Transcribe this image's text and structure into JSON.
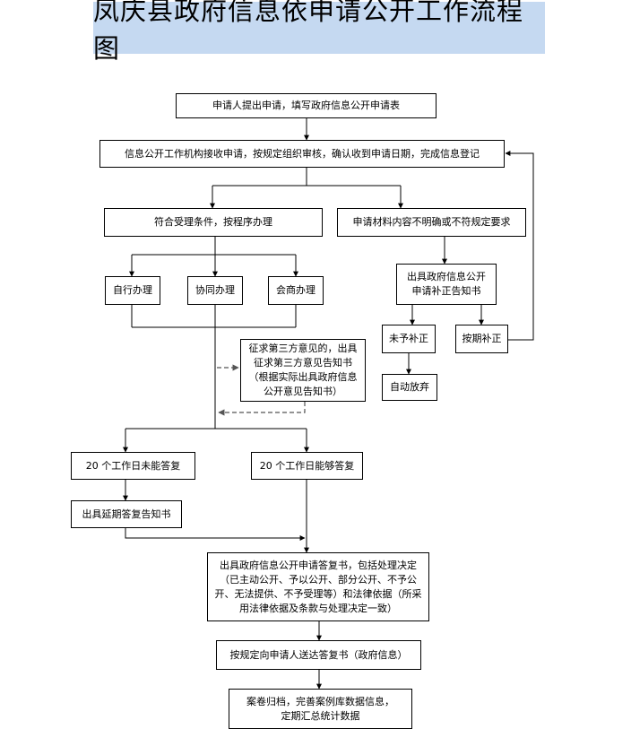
{
  "title": "凤庆县政府信息依申请公开工作流程图",
  "nodes": {
    "apply": "申请人提出申请，填写政府信息公开申请表",
    "accept": "信息公开工作机构接收申请，按规定组织审核，确认收到申请日期，完成信息登记",
    "qualified": "符合受理条件，按程序办理",
    "unclear": "申请材料内容不明确或不符规定要求",
    "self": "自行办理",
    "cooperate": "协同办理",
    "consult": "会商办理",
    "correction_notice": "出具政府信息公开申请补正告知书",
    "third_party": "征求第三方意见的，出具征求第三方意见告知书（根据实际出具政府信息公开意见告知书）",
    "no_correction": "未予补正",
    "timely_correction": "按期补正",
    "auto_abandon": "自动放弃",
    "not_in_20_days": "20 个工作日未能答复",
    "in_20_days": "20 个工作日能够答复",
    "extension_notice": "出具延期答复告知书",
    "reply": "出具政府信息公开申请答复书，包括处理决定（已主动公开、予以公开、部分公开、不予公开、无法提供、不予受理等）和法律依据（所采用法律依据及条款与处理决定一致）",
    "deliver": "按规定向申请人送达答复书（政府信息）",
    "archive": "案卷归档，完善案例库数据信息，定期汇总统计数据"
  }
}
